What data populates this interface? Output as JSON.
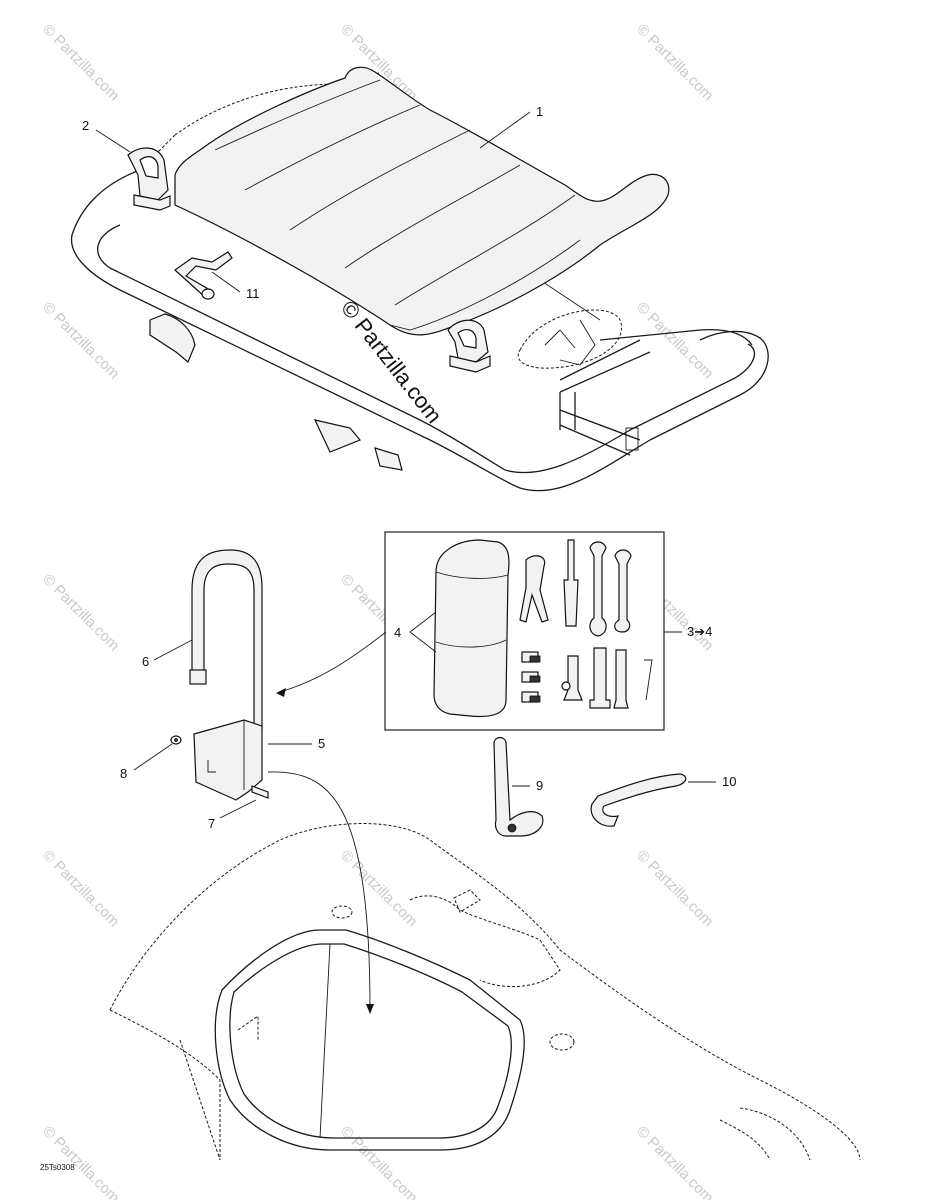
{
  "watermark": {
    "text": "© Partzilla.com"
  },
  "drawing_code": "25Ts0308",
  "callouts": {
    "c1": "1",
    "c2": "2",
    "c3to4": "3➔4",
    "c4": "4",
    "c5": "5",
    "c6": "6",
    "c7": "7",
    "c8": "8",
    "c9": "9",
    "c10": "10",
    "c11": "11"
  }
}
